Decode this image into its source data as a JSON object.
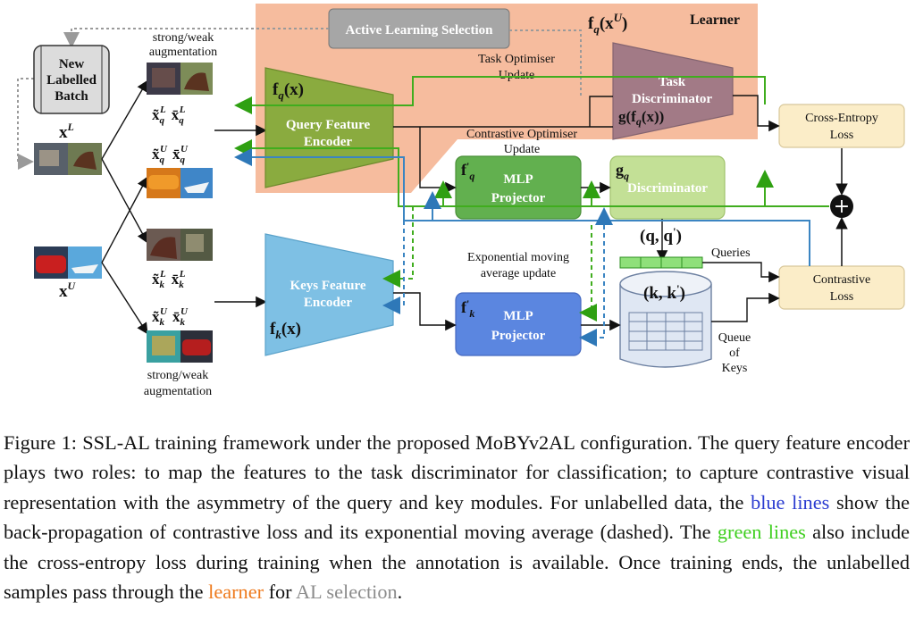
{
  "learner": {
    "title": "Learner",
    "fq_xu": "f_q(x^U)"
  },
  "active_learning": {
    "label": "Active Learning Selection"
  },
  "new_batch": {
    "line1": "New",
    "line2": "Labelled",
    "line3": "Batch"
  },
  "inputs": {
    "xL": "x^L",
    "xU": "x^U"
  },
  "augmentation": {
    "top": [
      "strong/weak",
      "augmentation"
    ],
    "bottom": [
      "strong/weak",
      "augmentation"
    ]
  },
  "aug_labels": {
    "q_L": "x̃_q^L x̄_q^L",
    "q_U": "x̃_q^U x̄_q^U",
    "k_L": "x̃_k^L x̄_k^L",
    "k_U": "x̃_k^U x̄_k^U"
  },
  "query_encoder": {
    "fn": "f_q(x)",
    "line1": "Query Feature",
    "line2": "Encoder"
  },
  "keys_encoder": {
    "fn": "f_k(x)",
    "line1": "Keys Feature",
    "line2": "Encoder"
  },
  "task_optimiser": {
    "line1": "Task Optimiser",
    "line2": "Update"
  },
  "task_discriminator": {
    "line1": "Task",
    "line2": "Discriminator",
    "fn": "g(f_q(x))"
  },
  "contrastive_optimiser": {
    "line1": "Contrastive Optimiser",
    "line2": "Update"
  },
  "mlp_query": {
    "fn": "f'_q",
    "line1": "MLP",
    "line2": "Projector"
  },
  "discriminator": {
    "fn": "g_q",
    "label": "Discriminator"
  },
  "ema": {
    "line1": "Exponential moving",
    "line2": "average update"
  },
  "mlp_key": {
    "fn": "f'_k",
    "line1": "MLP",
    "line2": "Projector"
  },
  "qq": {
    "label": "(q, q')"
  },
  "queries": {
    "label": "Queries"
  },
  "kk": {
    "label": "(k, k')"
  },
  "queue": {
    "line1": "Queue",
    "line2": "of",
    "line3": "Keys"
  },
  "ce_loss": {
    "line1": "Cross-Entropy",
    "line2": "Loss"
  },
  "contrastive_loss": {
    "line1": "Contrastive",
    "line2": "Loss"
  },
  "colors": {
    "learner_bg": "#f5b593",
    "query_encoder": "#8aab3f",
    "keys_encoder": "#7ec0e4",
    "task_disc": "#a27a86",
    "mlp_q": "#62b04f",
    "disc": "#c3e096",
    "mlp_k": "#5b86e0",
    "loss_box": "#fbedc8",
    "green_line": "#40ad1e",
    "blue_line": "#3b85c2"
  },
  "caption": {
    "s1": "Figure 1: SSL-AL training framework under the proposed MoBYv2AL configuration. The query feature encoder plays two roles: to map the features to the task discriminator for classification; to capture contrastive visual representation with the asymmetry of the query and key modules. For unlabelled data, the ",
    "blue": "blue lines",
    "s2": " show the back-propagation of contrastive loss and its exponential moving average (dashed). The ",
    "green": "green lines",
    "s3": " also include the cross-entropy loss during training when the annotation is available.  Once training ends, the unlabelled samples pass through the ",
    "orange": "learner",
    "s4": " for ",
    "gray": "AL selection",
    "s5": "."
  }
}
